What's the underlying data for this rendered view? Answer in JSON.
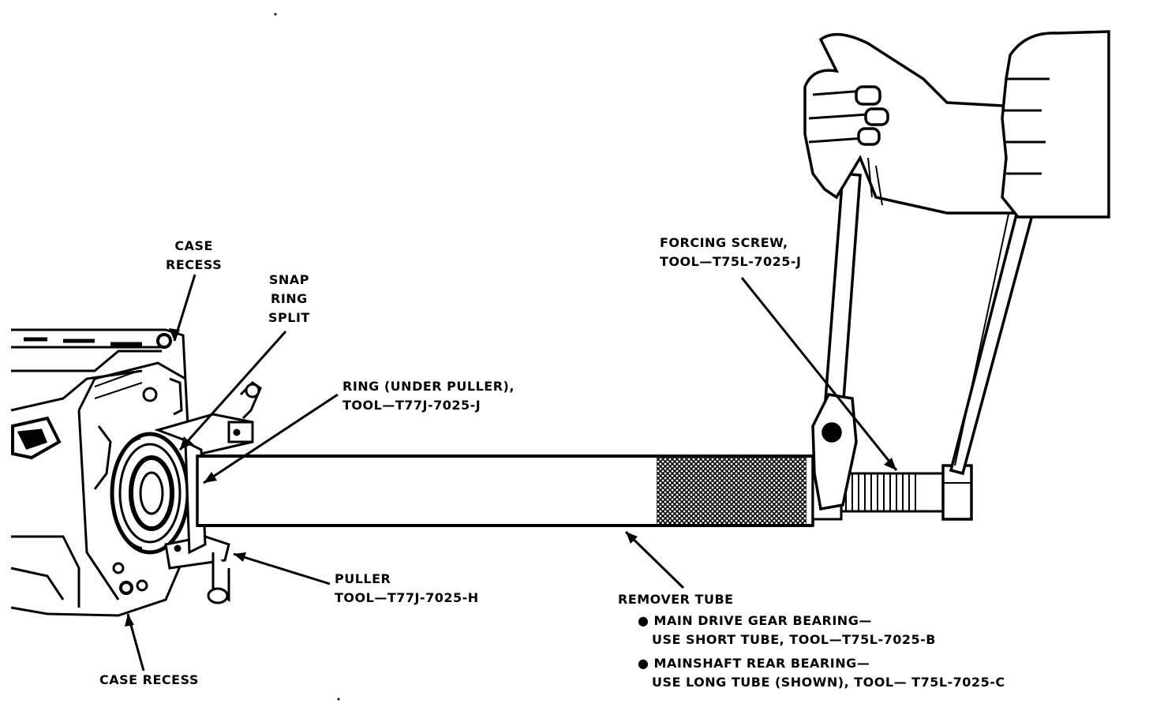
{
  "colors": {
    "ink": "#000000",
    "paper": "#ffffff"
  },
  "labels": {
    "case_recess_top": [
      "CASE",
      "RECESS"
    ],
    "snap_ring_split": [
      "SNAP",
      "RING",
      "SPLIT"
    ],
    "ring": [
      "RING (UNDER PULLER),",
      "TOOL—T77J-7025-J"
    ],
    "forcing_screw": [
      "FORCING SCREW,",
      "TOOL—T75L-7025-J"
    ],
    "puller": [
      "PULLER",
      "TOOL—T77J-7025-H"
    ],
    "remover_tube": "REMOVER TUBE",
    "note1": [
      "● MAIN DRIVE GEAR BEARING—",
      "USE SHORT TUBE, TOOL—T75L-7025-B"
    ],
    "note2": [
      "● MAINSHAFT REAR BEARING—",
      "USE LONG TUBE (SHOWN), TOOL— T75L-7025-C"
    ],
    "case_recess_bottom": "CASE RECESS"
  },
  "icons": [
    "transmission-case",
    "bearing-puller",
    "remover-tube",
    "forcing-screw",
    "wrench",
    "hands"
  ]
}
